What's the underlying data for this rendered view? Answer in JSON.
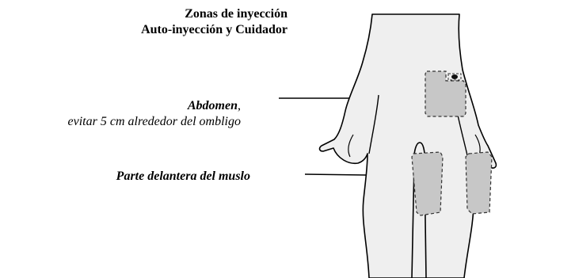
{
  "header": {
    "title_line1": "Zonas de inyección",
    "title_line2": "Auto-inyección y Cuidador"
  },
  "labels": {
    "abdomen_name": "Abdomen",
    "abdomen_comma": ",",
    "abdomen_note": "evitar 5 cm alrededor del ombligo",
    "thigh": "Parte delantera del muslo"
  },
  "colors": {
    "outline": "#000000",
    "body_fill": "#efefef",
    "zone_fill": "#c7c7c7"
  }
}
